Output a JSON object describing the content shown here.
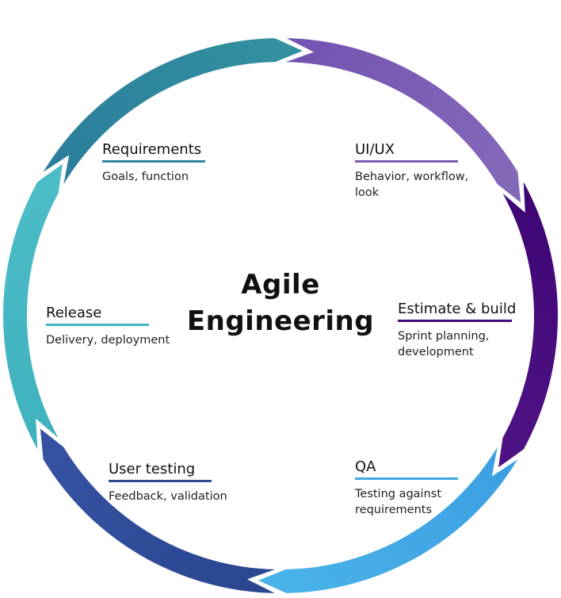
{
  "diagram": {
    "title_line1": "Agile",
    "title_line2": "Engineering",
    "stages": [
      {
        "title": "Requirements",
        "desc": "Goals, function",
        "color": "#2e879e",
        "color_start": "#2b7d9c",
        "color_end": "#33909f"
      },
      {
        "title": "UI/UX",
        "desc": "Behavior, workflow, look",
        "color": "#7b5cb3",
        "color_start": "#7453b2",
        "color_end": "#8468b8"
      },
      {
        "title": "Estimate & build",
        "desc": "Sprint planning, development",
        "color": "#44097a",
        "color_start": "#3e0575",
        "color_end": "#4d1283"
      },
      {
        "title": "QA",
        "desc": "Testing against requirements",
        "color": "#41a8e4",
        "color_start": "#3c9fe2",
        "color_end": "#49b2e8"
      },
      {
        "title": "User testing",
        "desc": "Feedback, validation",
        "color": "#2d4a92",
        "color_start": "#2a4690",
        "color_end": "#3551a0"
      },
      {
        "title": "Release",
        "desc": "Delivery, deployment",
        "color": "#42b5c0",
        "color_start": "#3eb2be",
        "color_end": "#4cbcc6"
      }
    ]
  }
}
